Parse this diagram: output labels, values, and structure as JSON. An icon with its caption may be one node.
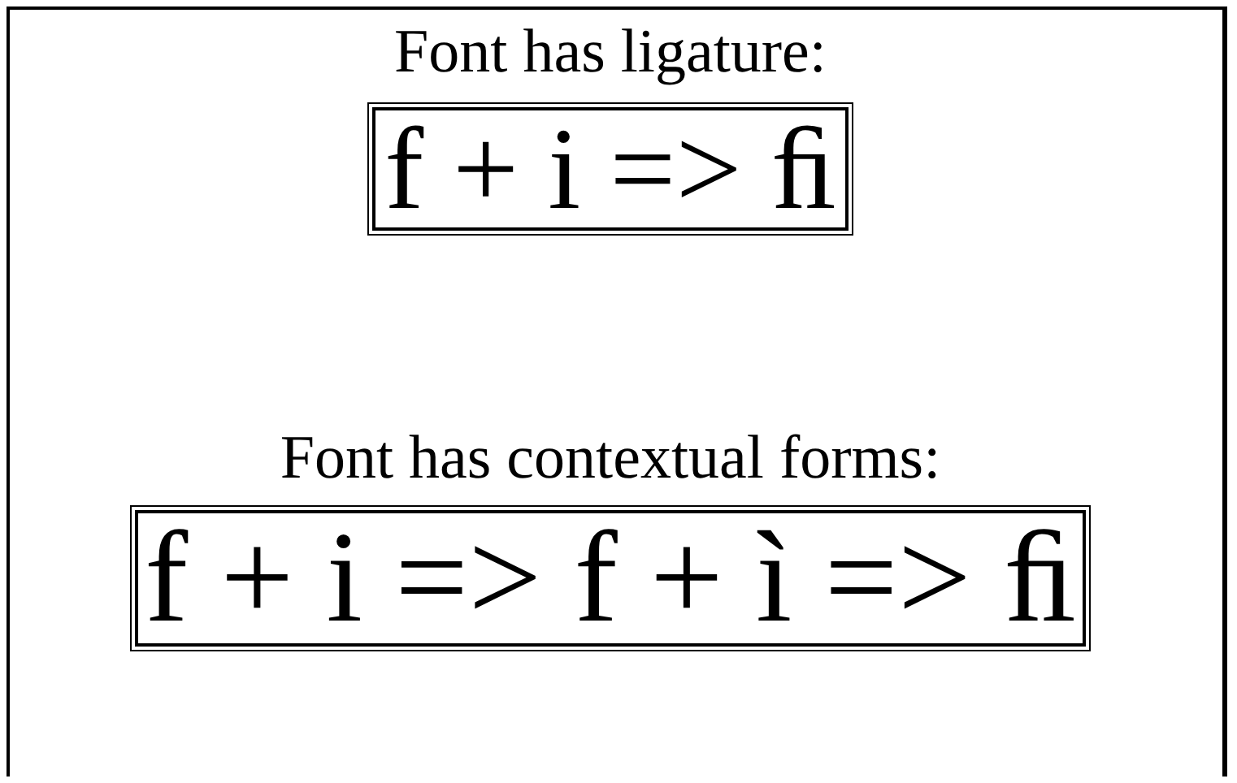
{
  "diagram": {
    "nodes": [
      {
        "text": [
          "Font has ligature:",
          "f + i => ﬁ"
        ]
      },
      {
        "text": [
          "Font has contextual forms:",
          "f + i => f + ì => ﬁ"
        ]
      }
    ]
  }
}
